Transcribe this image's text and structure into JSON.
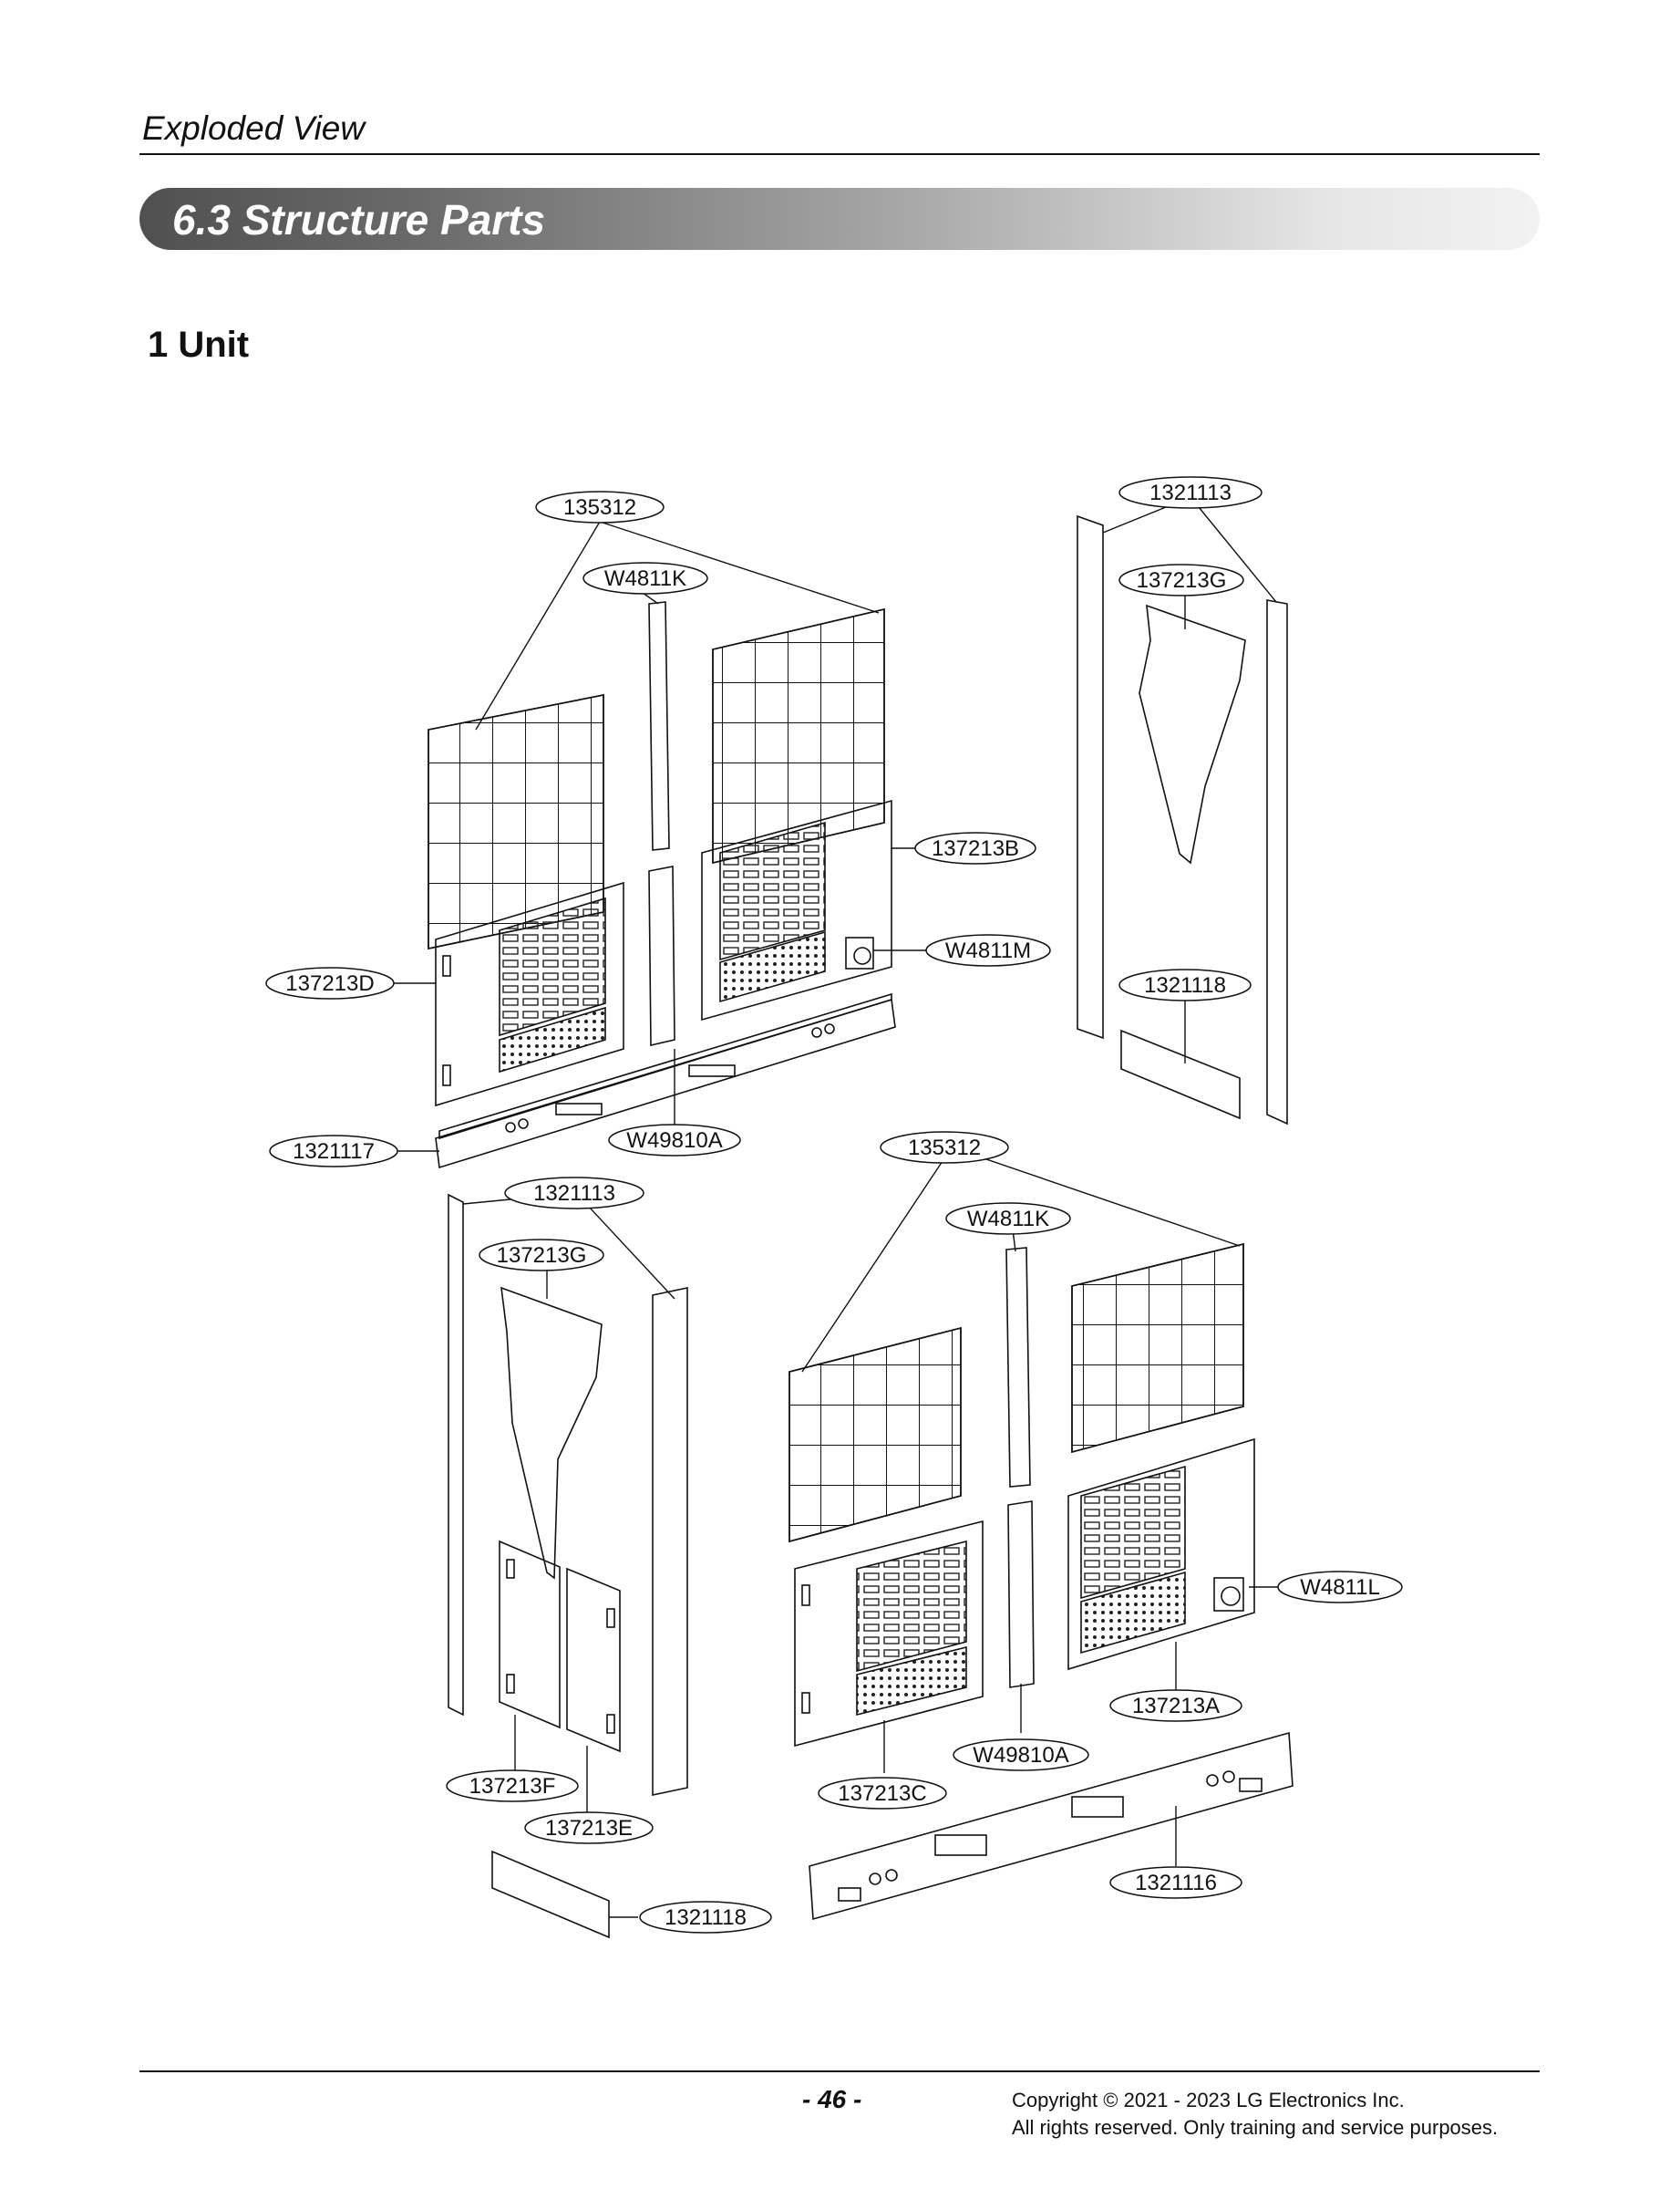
{
  "header": {
    "label": "Exploded View"
  },
  "section": {
    "title": "6.3  Structure Parts"
  },
  "subsection": {
    "title": "1 Unit"
  },
  "callouts": {
    "c135312_top": "135312",
    "c1321113_top": "1321113",
    "cW4811K_top": "W4811K",
    "c137213G_top": "137213G",
    "c137213B": "137213B",
    "cW4811M": "W4811M",
    "c137213D": "137213D",
    "c1321118_top": "1321118",
    "c1321117": "1321117",
    "cW49810A_top": "W49810A",
    "c135312_bottom": "135312",
    "c1321113_bottom": "1321113",
    "cW4811K_bottom": "W4811K",
    "c137213G_bottom": "137213G",
    "cW4811L": "W4811L",
    "c137213A": "137213A",
    "cW49810A_bottom": "W49810A",
    "c137213F": "137213F",
    "c137213C": "137213C",
    "c137213E": "137213E",
    "c1321116": "1321116",
    "c1321118_bottom": "1321118"
  },
  "footer": {
    "page_number": "- 46 -",
    "copyright_line1": "Copyright © 2021 - 2023 LG Electronics Inc.",
    "copyright_line2": "All rights reserved. Only training and service purposes."
  }
}
